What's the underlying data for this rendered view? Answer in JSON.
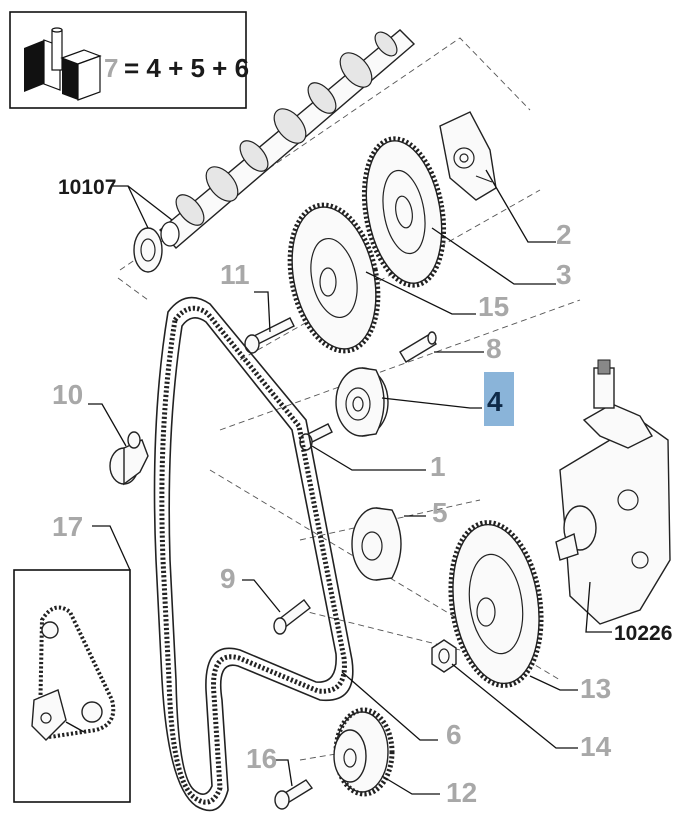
{
  "legend": {
    "formula_lhs": "7",
    "formula_rhs": "= 4 + 5 + 6"
  },
  "colors": {
    "highlight_fill": "#8ab4d9",
    "highlight_text": "#0f2a48",
    "label_grey": "#a8a8a8",
    "label_dark": "#1a1a1a"
  },
  "callouts": [
    {
      "id": "10107",
      "text": "10107"
    },
    {
      "id": "2",
      "text": "2"
    },
    {
      "id": "3",
      "text": "3"
    },
    {
      "id": "11",
      "text": "11"
    },
    {
      "id": "15",
      "text": "15"
    },
    {
      "id": "8",
      "text": "8"
    },
    {
      "id": "4",
      "text": "4"
    },
    {
      "id": "10",
      "text": "10"
    },
    {
      "id": "1",
      "text": "1"
    },
    {
      "id": "5",
      "text": "5"
    },
    {
      "id": "17",
      "text": "17"
    },
    {
      "id": "9",
      "text": "9"
    },
    {
      "id": "10226",
      "text": "10226"
    },
    {
      "id": "13",
      "text": "13"
    },
    {
      "id": "6",
      "text": "6"
    },
    {
      "id": "14",
      "text": "14"
    },
    {
      "id": "16",
      "text": "16"
    },
    {
      "id": "12",
      "text": "12"
    }
  ]
}
